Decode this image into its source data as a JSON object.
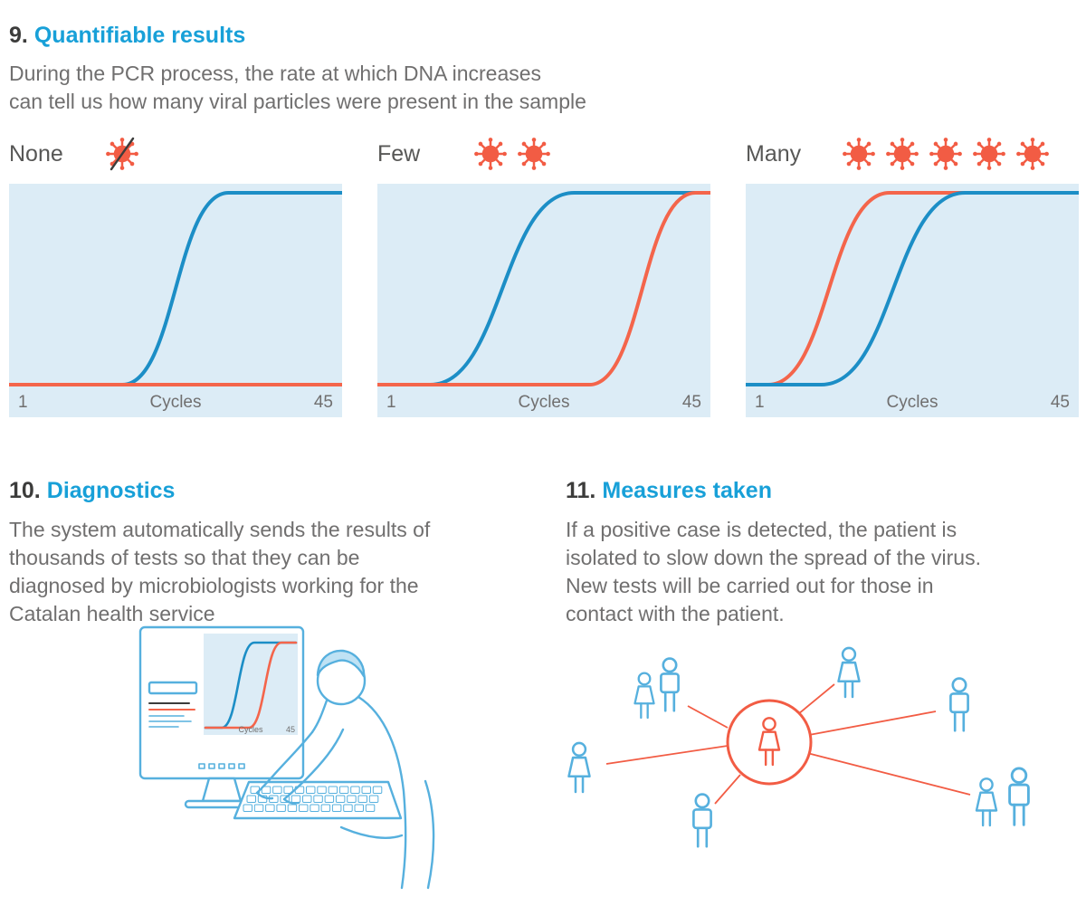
{
  "colors": {
    "accent_cyan": "#18a0d8",
    "heading_dark": "#3c3c3b",
    "body_gray": "#706f6f",
    "label_gray": "#575756",
    "chart_bg": "#dcecf6",
    "curve_blue": "#1c8ec6",
    "curve_orange": "#f4654b",
    "virus_orange": "#f25c44",
    "figure_blue": "#56b0de",
    "figure_orange": "#f25c44",
    "figure_light": "#bfe2f4"
  },
  "sections": {
    "s9": {
      "number": "9.",
      "title": "Quantifiable results",
      "description": "During the PCR process, the rate at which DNA increases\ncan tell us how many viral particles were present in the sample"
    },
    "s10": {
      "number": "10.",
      "title": "Diagnostics",
      "description": "The system automatically sends the results of\nthousands of tests so that they can be\ndiagnosed by microbiologists working for the\nCatalan health service"
    },
    "s11": {
      "number": "11.",
      "title": "Measures taken",
      "description": "If a positive case is detected, the patient is\nisolated to slow down the spread of the virus.\nNew tests will be carried out for those in\ncontact with the patient."
    }
  },
  "chart_data": {
    "type": "line",
    "title": "qPCR amplification curves by viral load",
    "x_axis": {
      "start_label": "1",
      "label": "Cycles",
      "end_label": "45",
      "min": 1,
      "max": 45
    },
    "y_axis": {
      "label": "",
      "note": "unlabeled fluorescence signal, flat baseline to plateau"
    },
    "grid": false,
    "legend": false,
    "panels": [
      {
        "label": "None",
        "virus_count": 1,
        "virus_crossed": true,
        "series": [
          {
            "name": "blue-curve",
            "color_key": "blue",
            "amplified": true,
            "rise_start_cycle": 16,
            "rise_end_cycle": 30
          },
          {
            "name": "orange-curve",
            "color_key": "orange",
            "amplified": false
          }
        ]
      },
      {
        "label": "Few",
        "virus_count": 2,
        "virus_crossed": false,
        "series": [
          {
            "name": "blue-curve",
            "color_key": "blue",
            "amplified": true,
            "rise_start_cycle": 8,
            "rise_end_cycle": 27
          },
          {
            "name": "orange-curve",
            "color_key": "orange",
            "amplified": true,
            "rise_start_cycle": 29,
            "rise_end_cycle": 43
          }
        ]
      },
      {
        "label": "Many",
        "virus_count": 5,
        "virus_crossed": false,
        "series": [
          {
            "name": "orange-curve",
            "color_key": "orange",
            "amplified": true,
            "rise_start_cycle": 4,
            "rise_end_cycle": 20
          },
          {
            "name": "blue-curve",
            "color_key": "blue",
            "amplified": true,
            "rise_start_cycle": 11,
            "rise_end_cycle": 30
          }
        ]
      }
    ]
  },
  "monitor_screen": {
    "axis_label": "Cycles",
    "axis_end": "45"
  }
}
